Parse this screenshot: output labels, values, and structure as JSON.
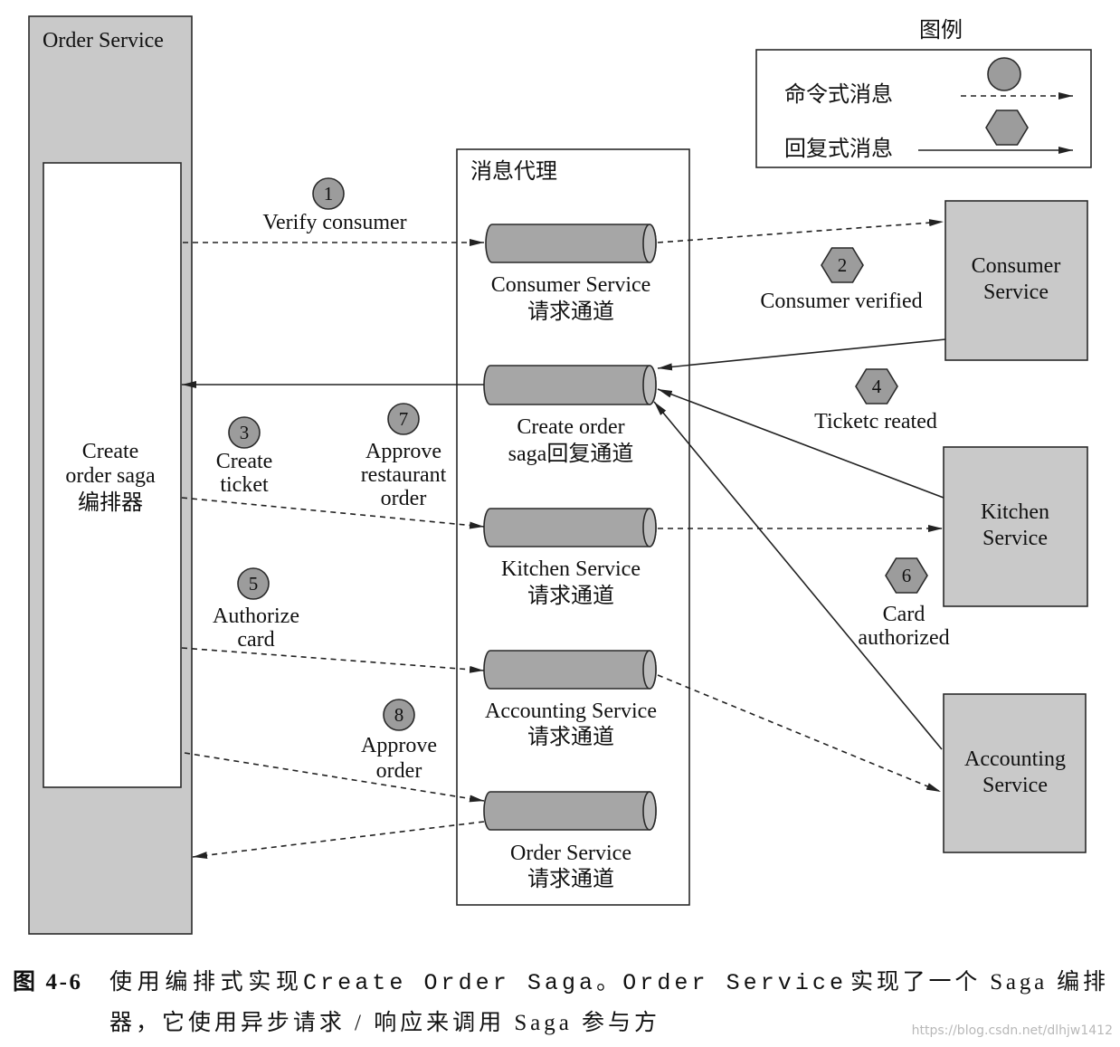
{
  "figure": {
    "orchestrator": {
      "title": "Order Service",
      "saga_lines": [
        "Create",
        "order saga",
        "编排器"
      ]
    },
    "broker": {
      "title": "消息代理",
      "channels": [
        {
          "lines": [
            "Consumer Service",
            "请求通道"
          ]
        },
        {
          "lines": [
            "Create order",
            "saga回复通道"
          ]
        },
        {
          "lines": [
            "Kitchen Service",
            "请求通道"
          ]
        },
        {
          "lines": [
            "Accounting Service",
            "请求通道"
          ]
        },
        {
          "lines": [
            "Order Service",
            "请求通道"
          ]
        }
      ]
    },
    "participants": [
      {
        "lines": [
          "Consumer",
          "Service"
        ]
      },
      {
        "lines": [
          "Kitchen",
          "Service"
        ]
      },
      {
        "lines": [
          "Accounting",
          "Service"
        ]
      }
    ],
    "steps": [
      {
        "number": "1",
        "icon": "circle-icon",
        "lines": [
          "Verify consumer"
        ]
      },
      {
        "number": "2",
        "icon": "hexagon-icon",
        "lines": [
          "Consumer verified"
        ]
      },
      {
        "number": "3",
        "icon": "circle-icon",
        "lines": [
          "Create",
          "ticket"
        ]
      },
      {
        "number": "4",
        "icon": "hexagon-icon",
        "lines": [
          "Ticketc reated"
        ]
      },
      {
        "number": "5",
        "icon": "circle-icon",
        "lines": [
          "Authorize",
          "card"
        ]
      },
      {
        "number": "6",
        "icon": "hexagon-icon",
        "lines": [
          "Card",
          "authorized"
        ]
      },
      {
        "number": "7",
        "icon": "circle-icon",
        "lines": [
          "Approve",
          "restaurant",
          "order"
        ]
      },
      {
        "number": "8",
        "icon": "circle-icon",
        "lines": [
          "Approve",
          "order"
        ]
      }
    ],
    "legend": {
      "title": "图例",
      "items": [
        {
          "label": "命令式消息",
          "icon": "circle-icon"
        },
        {
          "label": "回复式消息",
          "icon": "hexagon-icon"
        }
      ]
    }
  },
  "caption": {
    "number": "图 4-6",
    "line1": [
      "使用编排式实现",
      "Create Order Saga。Order Service",
      "实现了一个 Saga 编排"
    ],
    "line2": "器，它使用异步请求 / 响应来调用 Saga 参与方"
  },
  "watermark": "https://blog.csdn.net/dlhjw1412",
  "colors": {
    "service_fill": "#c9c9c9",
    "channel_fill": "#a6a6a6",
    "channel_face": "#bcbcbc",
    "marker_fill": "#9c9c9c"
  }
}
